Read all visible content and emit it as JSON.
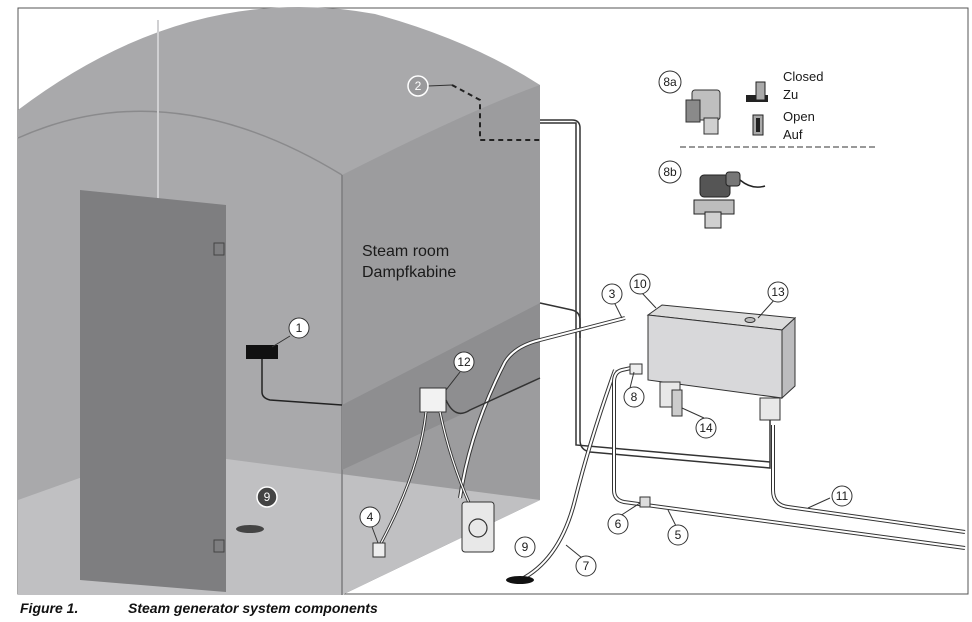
{
  "room": {
    "label_en": "Steam room",
    "label_de": "Dampfkabine"
  },
  "legend": {
    "closed_en": "Closed",
    "closed_de": "Zu",
    "open_en": "Open",
    "open_de": "Auf"
  },
  "callouts": {
    "c1": "1",
    "c2": "2",
    "c3": "3",
    "c4": "4",
    "c5": "5",
    "c6": "6",
    "c7": "7",
    "c8": "8",
    "c8a": "8a",
    "c8b": "8b",
    "c9_room": "9",
    "c9_floor": "9",
    "c10": "10",
    "c11": "11",
    "c12": "12",
    "c13": "13",
    "c14": "14"
  },
  "caption": {
    "figure": "Figure 1.",
    "title": "Steam generator system components"
  },
  "colors": {
    "room": "#a8a8aa",
    "room_dark": "#8f8f91",
    "door": "#7d7d7f",
    "floor": "#c2c2c4",
    "pipe": "#333333"
  }
}
